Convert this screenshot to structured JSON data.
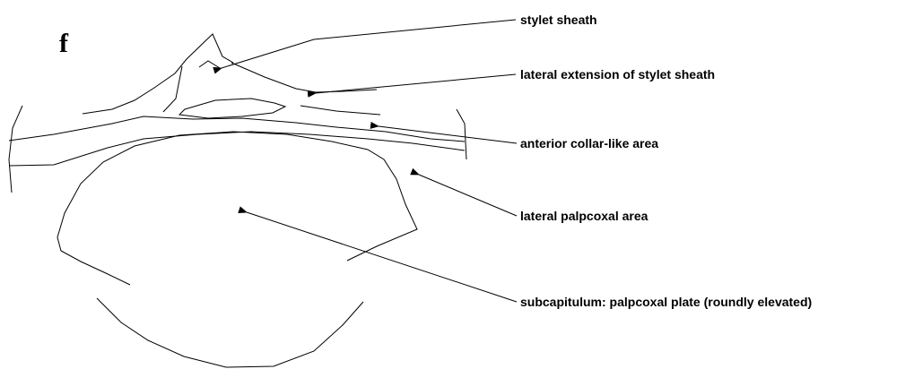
{
  "figure": {
    "panel_letter": "f",
    "labels": {
      "stylet_sheath": "stylet sheath",
      "lateral_extension": "lateral extension of stylet sheath",
      "anterior_collar": "anterior collar-like area",
      "lateral_palpcoxal": "lateral palpcoxal area",
      "subcapitulum": "subcapitulum: palpcoxal plate (roundly elevated)"
    },
    "colors": {
      "line": "#000000",
      "background": "#ffffff"
    }
  }
}
